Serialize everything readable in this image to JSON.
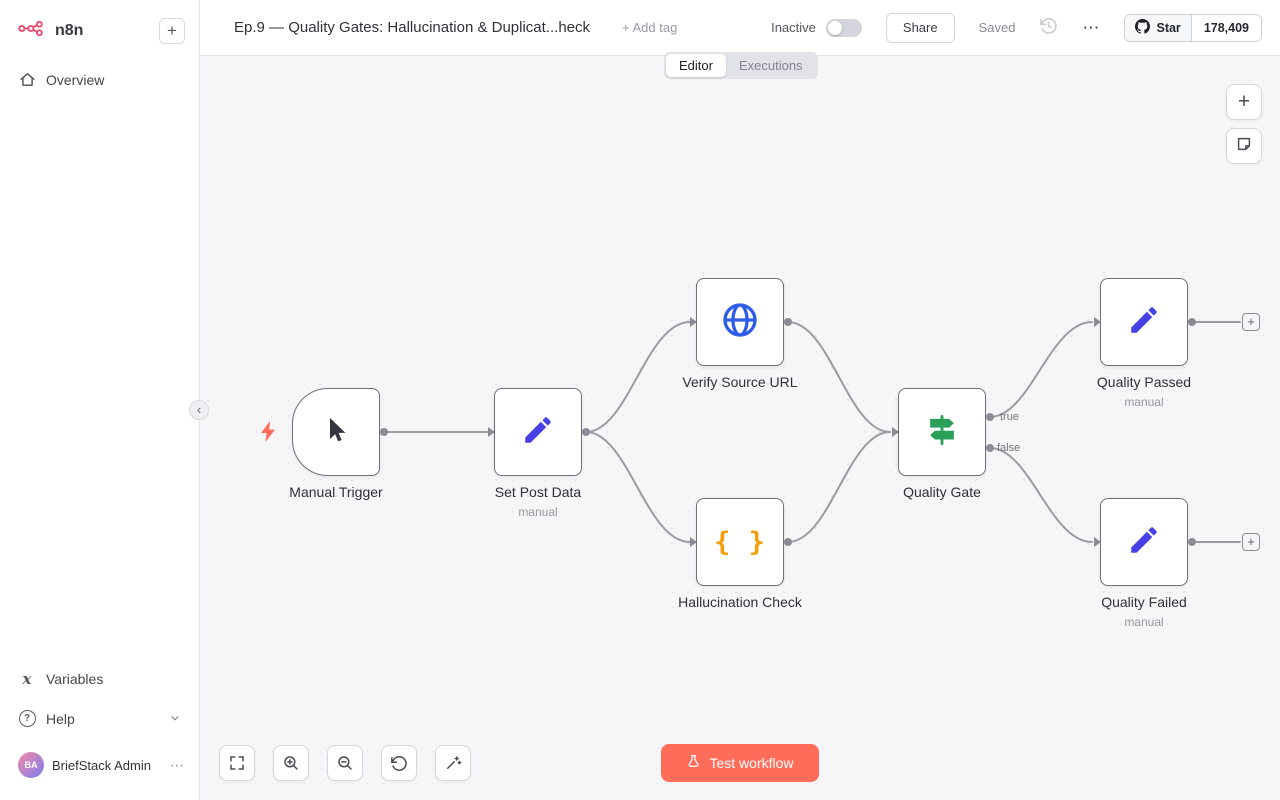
{
  "sidebar": {
    "logo_text": "n8n",
    "overview": "Overview",
    "variables": "Variables",
    "help": "Help",
    "user": {
      "initials": "BA",
      "name": "BriefStack Admin"
    }
  },
  "header": {
    "title": "Ep.9 — Quality Gates: Hallucination & Duplicat...heck",
    "add_tag": "+ Add tag",
    "status": "Inactive",
    "share": "Share",
    "saved": "Saved",
    "star_label": "Star",
    "star_count": "178,409"
  },
  "tabs": [
    {
      "label": "Editor",
      "active": true
    },
    {
      "label": "Executions",
      "active": false
    }
  ],
  "canvas": {
    "nodes": [
      {
        "name": "Manual Trigger",
        "icon": "cursor"
      },
      {
        "name": "Set Post Data",
        "subtitle": "manual",
        "icon": "pencil"
      },
      {
        "name": "Verify Source URL",
        "icon": "globe"
      },
      {
        "name": "Hallucination Check",
        "icon": "code-braces"
      },
      {
        "name": "Quality Gate",
        "icon": "signpost"
      },
      {
        "name": "Quality Passed",
        "subtitle": "manual",
        "icon": "pencil"
      },
      {
        "name": "Quality Failed",
        "subtitle": "manual",
        "icon": "pencil"
      }
    ],
    "true_label": "true",
    "false_label": "false",
    "test_button": "Test workflow"
  },
  "icons": {
    "add": "+",
    "more": "⋯",
    "collapse_left": "‹",
    "help_glyph": "?",
    "variables_glyph": "x",
    "code_braces": "{ }"
  },
  "colors": {
    "accent": "#ff6d5a",
    "brand": "#ea4b71",
    "pencil_blue": "#4640e5",
    "globe_blue": "#2e5ce6",
    "braces_orange": "#f59e0b",
    "gate_green": "#2b9e5a",
    "connection_gray": "#9b9ba3"
  }
}
